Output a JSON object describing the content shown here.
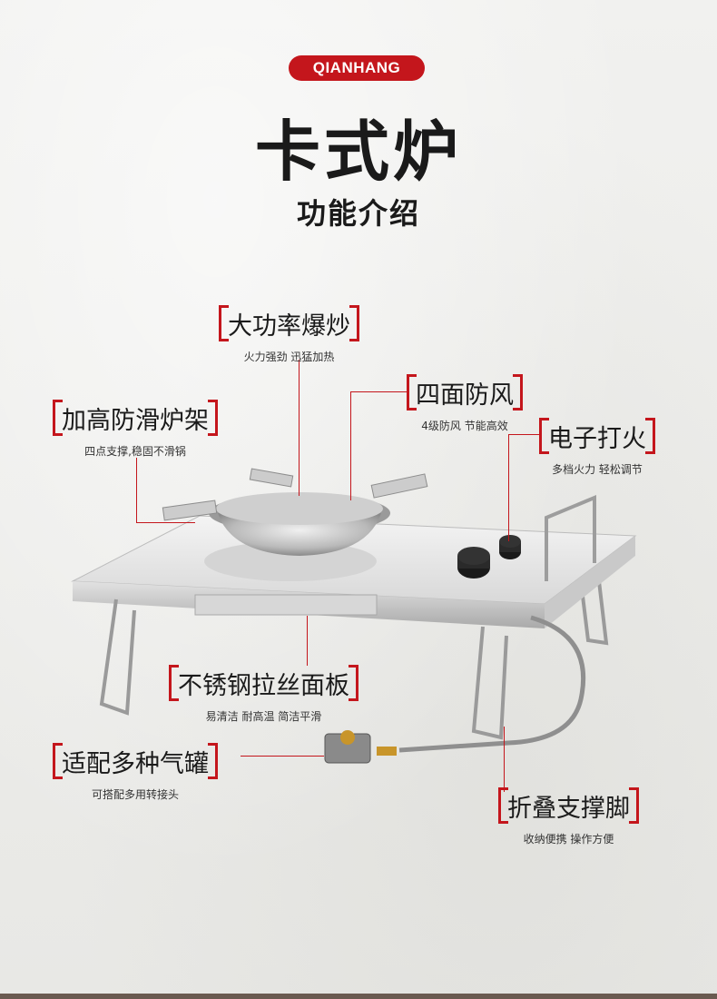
{
  "brand": "QIANHANG",
  "title": "卡式炉",
  "subtitle": "功能介绍",
  "features": [
    {
      "label": "大功率爆炒",
      "desc": "火力强劲 迅猛加热"
    },
    {
      "label": "四面防风",
      "desc": "4级防风 节能高效"
    },
    {
      "label": "加高防滑炉架",
      "desc": "四点支撑,稳固不滑锅"
    },
    {
      "label": "电子打火",
      "desc": "多档火力 轻松调节"
    },
    {
      "label": "不锈钢拉丝面板",
      "desc": "易清洁 耐高温 简洁平滑"
    },
    {
      "label": "适配多种气罐",
      "desc": "可搭配多用转接头"
    },
    {
      "label": "折叠支撑脚",
      "desc": "收纳便携 操作方便"
    }
  ],
  "colors": {
    "accent": "#c4161c",
    "text": "#1a1a1a"
  }
}
